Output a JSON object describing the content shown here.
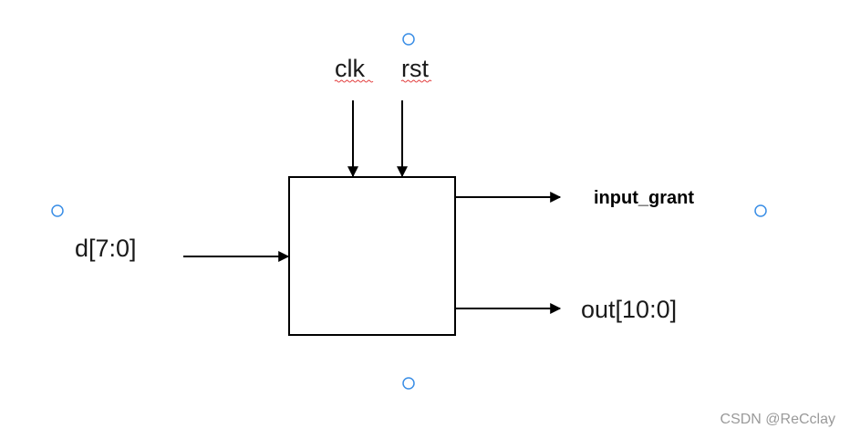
{
  "diagram": {
    "inputs": {
      "clk_label": "clk",
      "rst_label": "rst",
      "data_label": "d[7:0]"
    },
    "outputs": {
      "grant_label": "input_grant",
      "out_label": "out[10:0]"
    }
  },
  "watermark": "CSDN @ReCclay",
  "colors": {
    "line": "#000000",
    "text": "#1a1a1a",
    "handle": "#3a8ee6",
    "spellcheck_underline": "#e23b3b",
    "watermark": "#9a9a9a"
  }
}
